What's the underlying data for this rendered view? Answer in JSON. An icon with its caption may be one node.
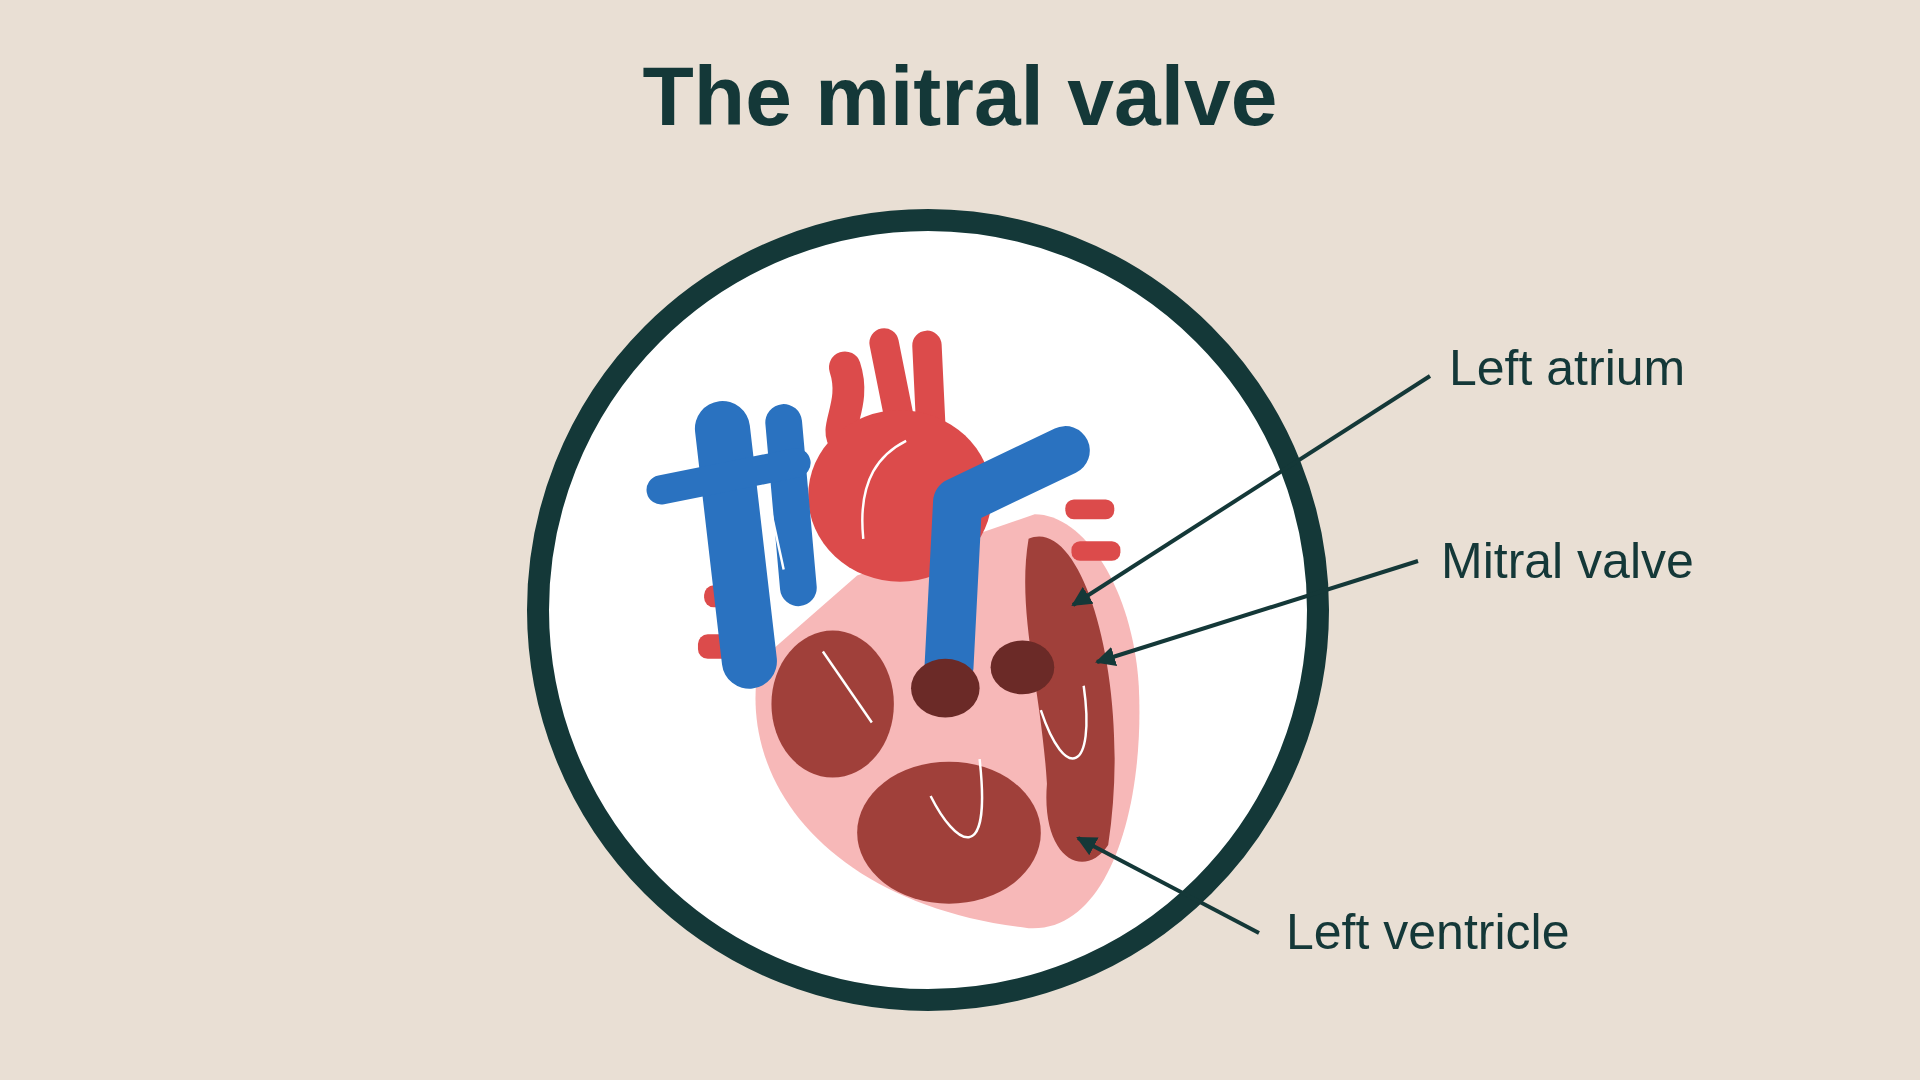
{
  "diagram": {
    "title": "The mitral valve",
    "nodes": [
      {
        "text": [
          "Left atrium"
        ]
      },
      {
        "text": [
          "Mitral valve"
        ]
      },
      {
        "text": [
          "Left ventricle"
        ]
      }
    ],
    "edges": [
      {
        "from": 0,
        "to": null,
        "arrow": "to"
      },
      {
        "from": 1,
        "to": null,
        "arrow": "to"
      },
      {
        "from": 2,
        "to": null,
        "arrow": "to"
      }
    ]
  }
}
